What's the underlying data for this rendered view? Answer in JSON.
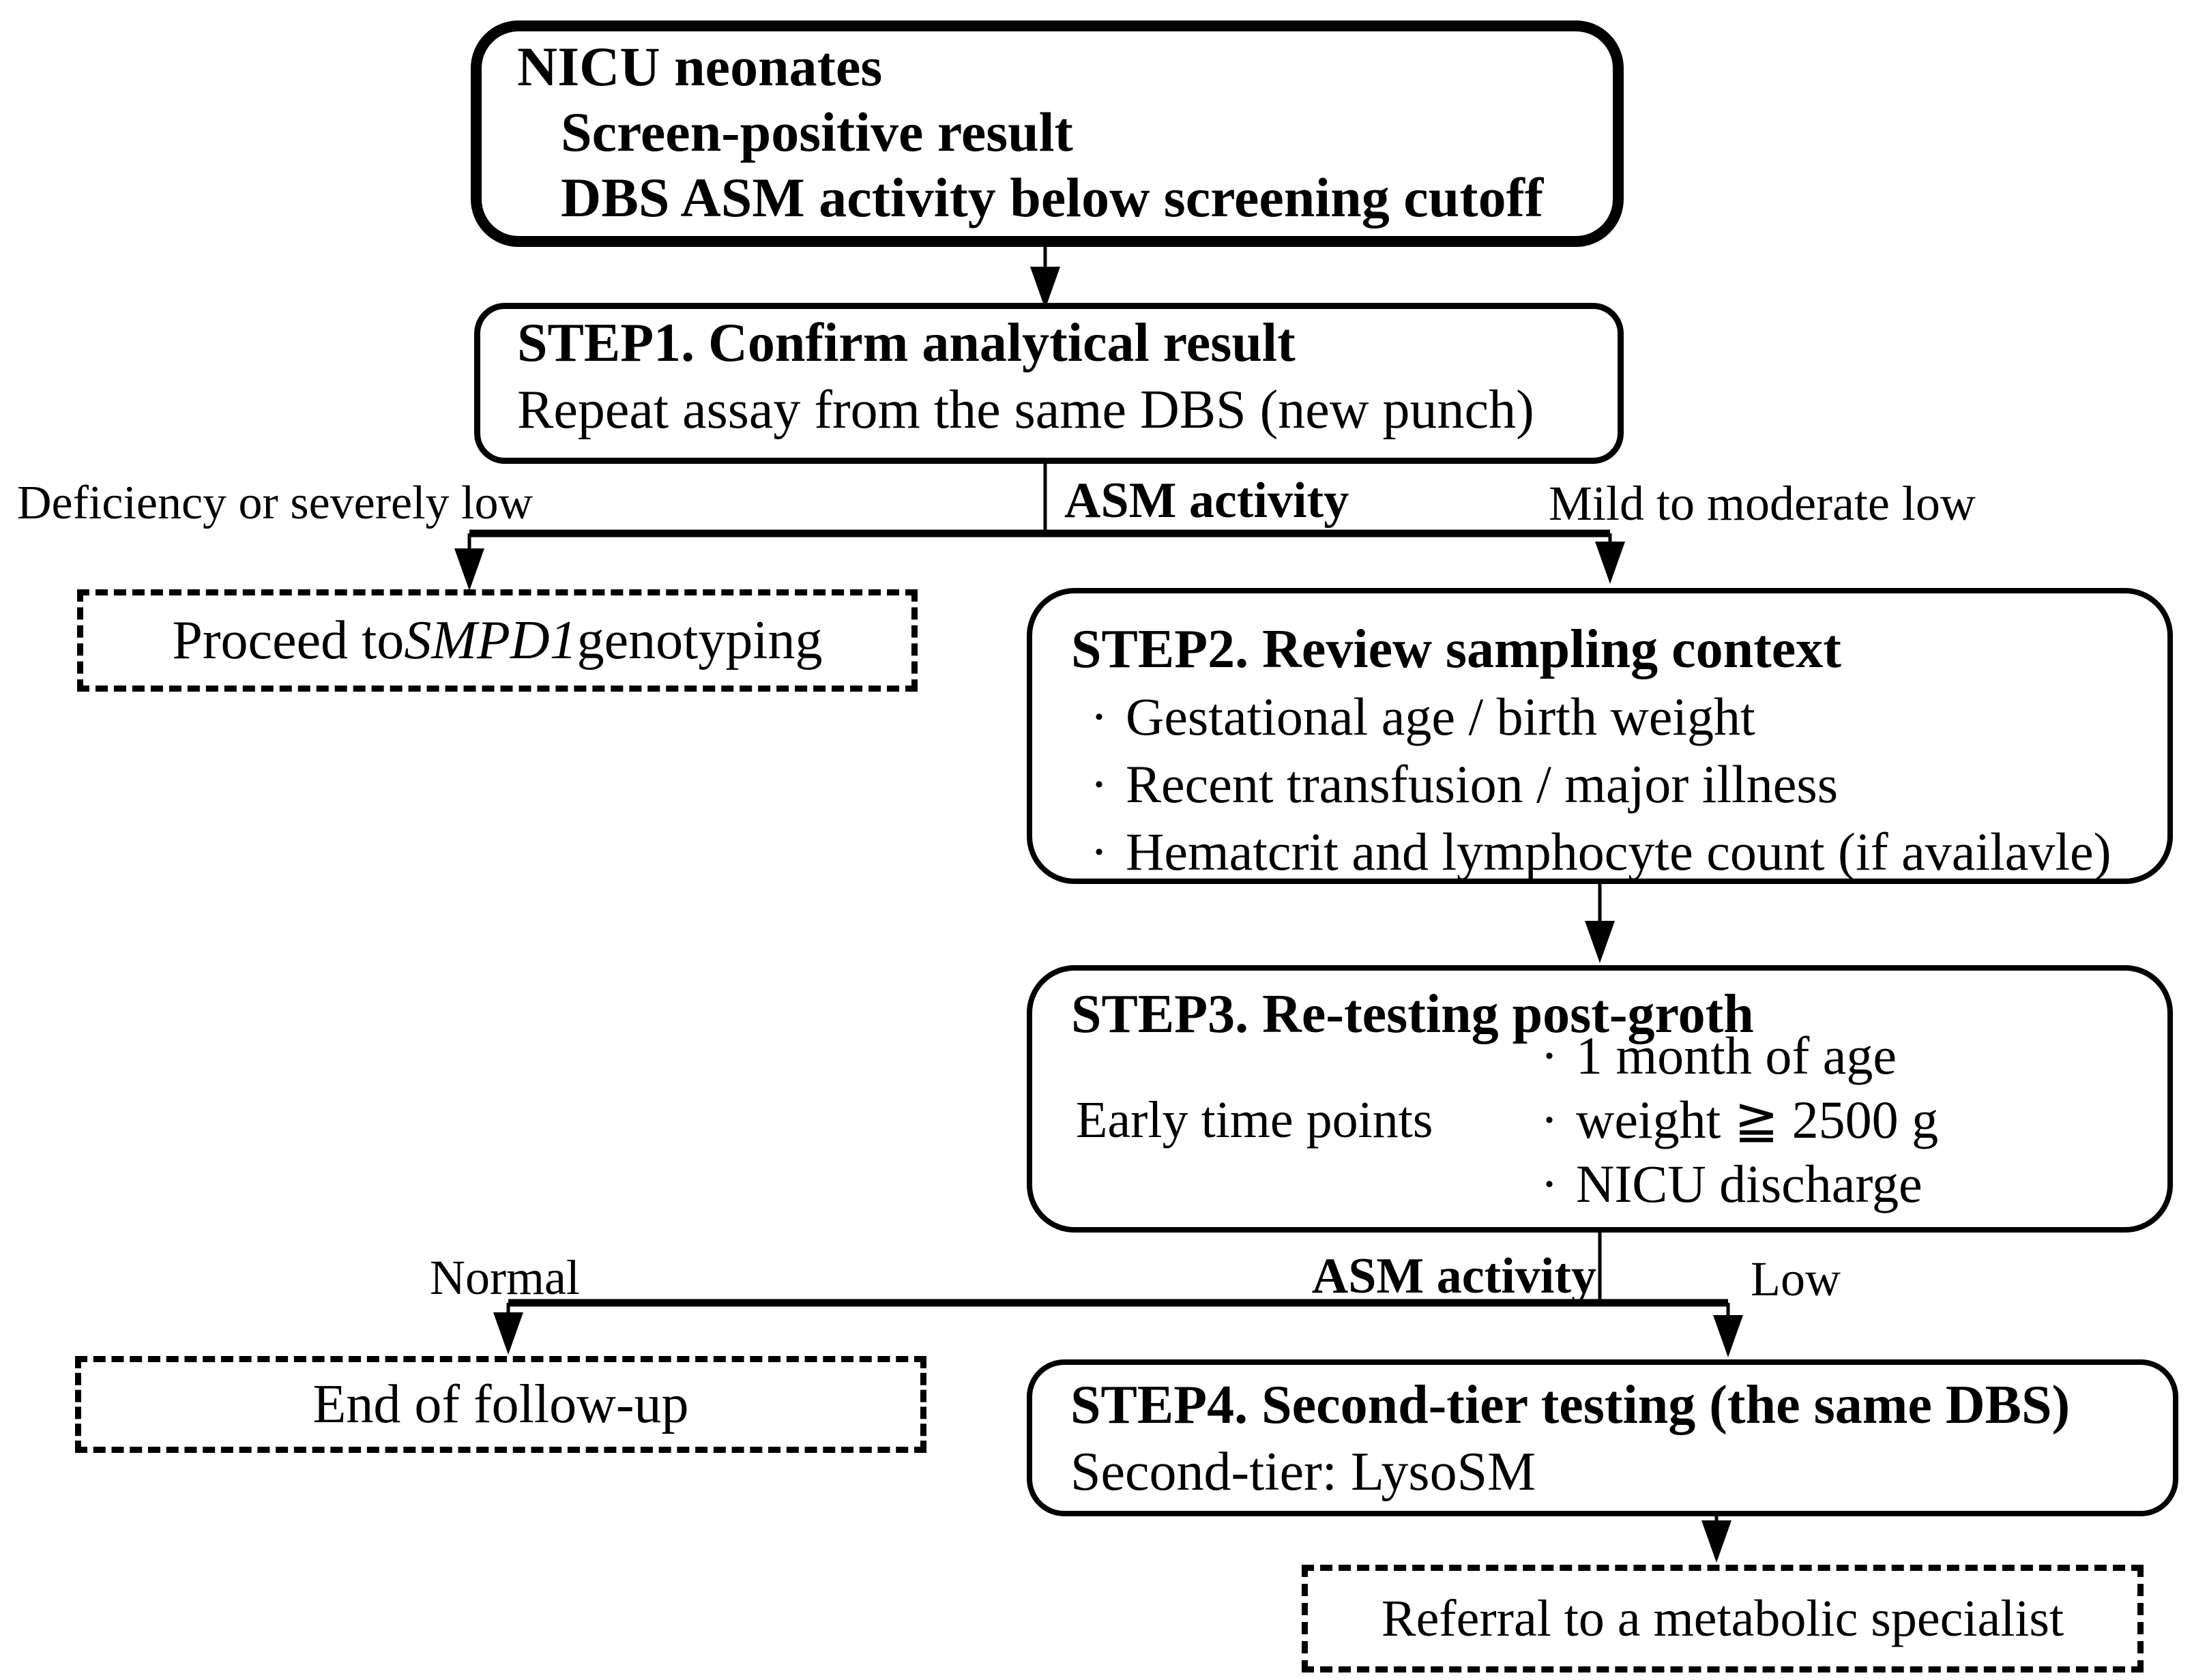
{
  "colors": {
    "ink": "#000000",
    "background": "#ffffff"
  },
  "chars": {
    "bullet": "·"
  },
  "entry_box": {
    "lines": [
      "NICU neonates",
      "Screen-positive result",
      "DBS ASM activity below screening cutoff"
    ]
  },
  "step1_box": {
    "title": "STEP1. Confirm analytical result",
    "body": "Repeat assay from the same DBS (new punch)"
  },
  "branch1": {
    "left": "Deficiency or severely low",
    "center": "ASM activity",
    "right": "Mild to moderate low"
  },
  "genotyping_box": {
    "prefix": "Proceed to ",
    "gene": "SMPD1",
    "suffix": " genotyping"
  },
  "step2_box": {
    "title": "STEP2. Review sampling context",
    "bullets": [
      "Gestational age / birth weight",
      "Recent transfusion / major illness",
      "Hematcrit and lymphocyte count (if availavle)"
    ]
  },
  "step3_box": {
    "title": "STEP3. Re-testing post-groth",
    "brace_label": "Early time points",
    "bullets": [
      "1 month of age",
      "weight ≧ 2500 g",
      "NICU discharge"
    ]
  },
  "branch2": {
    "left": "Normal",
    "center": "ASM activity",
    "right": "Low"
  },
  "end_box": {
    "text": "End of follow-up"
  },
  "step4_box": {
    "title": "STEP4. Second-tier testing (the same DBS)",
    "body": "Second-tier: LysoSM"
  },
  "referral_box": {
    "text": "Referral to a metabolic specialist"
  }
}
